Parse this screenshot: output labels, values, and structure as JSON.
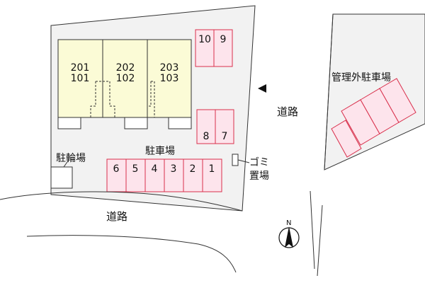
{
  "building": {
    "units": [
      {
        "upper": "201",
        "lower": "101"
      },
      {
        "upper": "202",
        "lower": "102"
      },
      {
        "upper": "203",
        "lower": "103"
      }
    ]
  },
  "parking": {
    "top": [
      "10",
      "9"
    ],
    "right": [
      "8",
      "7"
    ],
    "bottom": [
      "6",
      "5",
      "4",
      "3",
      "2",
      "1"
    ],
    "label": "駐車場",
    "outside_label": "管理外駐車場"
  },
  "bicycle_label": "駐輪場",
  "garbage": {
    "line1": "ゴミ",
    "line2": "置場"
  },
  "roads": {
    "right": "道路",
    "bottom": "道路"
  },
  "compass": {
    "label": "N"
  },
  "colors": {
    "lot": "#f2f2f2",
    "building": "#fbfbd6",
    "parking_fill": "#fde4ec",
    "parking_stroke": "#d9304c",
    "line": "#333333"
  }
}
